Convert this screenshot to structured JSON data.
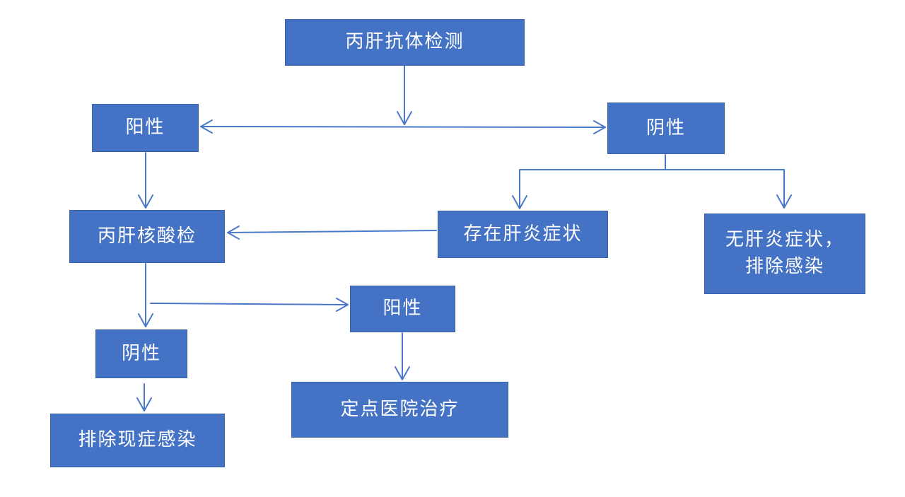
{
  "diagram": {
    "accent_color": "#4472c4",
    "nodes": {
      "antibody_test": "丙肝抗体检测",
      "antibody_positive": "阳性",
      "antibody_negative": "阴性",
      "rna_test": "丙肝核酸检",
      "hepatitis_symptoms": "存在肝炎症状",
      "no_symptoms_line1": "无肝炎症状，",
      "no_symptoms_line2": "排除感染",
      "rna_negative": "阴性",
      "rna_positive": "阳性",
      "exclude_current_infection": "排除现症感染",
      "designated_hospital": "定点医院治疗"
    }
  }
}
